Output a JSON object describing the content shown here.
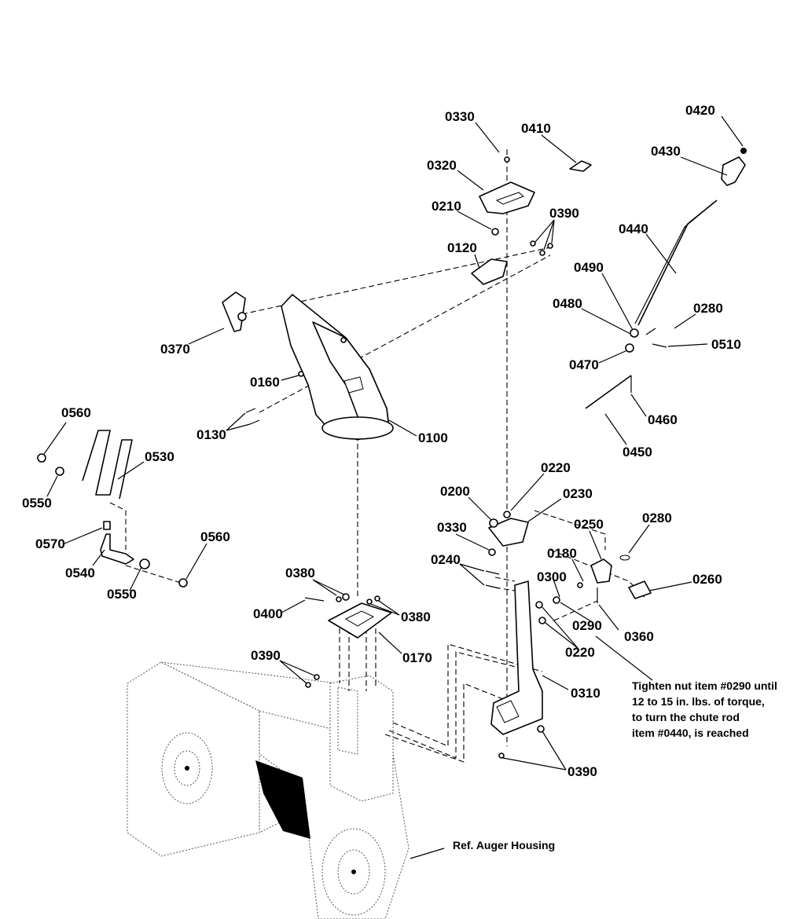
{
  "callouts": [
    {
      "id": "c0330a",
      "text": "0330"
    },
    {
      "id": "c0410",
      "text": "0410"
    },
    {
      "id": "c0420",
      "text": "0420"
    },
    {
      "id": "c0430",
      "text": "0430"
    },
    {
      "id": "c0320",
      "text": "0320"
    },
    {
      "id": "c0210",
      "text": "0210"
    },
    {
      "id": "c0390a",
      "text": "0390"
    },
    {
      "id": "c0120",
      "text": "0120"
    },
    {
      "id": "c0440",
      "text": "0440"
    },
    {
      "id": "c0490",
      "text": "0490"
    },
    {
      "id": "c0480",
      "text": "0480"
    },
    {
      "id": "c0280a",
      "text": "0280"
    },
    {
      "id": "c0510",
      "text": "0510"
    },
    {
      "id": "c0470",
      "text": "0470"
    },
    {
      "id": "c0370",
      "text": "0370"
    },
    {
      "id": "c0160",
      "text": "0160"
    },
    {
      "id": "c0460",
      "text": "0460"
    },
    {
      "id": "c0450",
      "text": "0450"
    },
    {
      "id": "c0560a",
      "text": "0560"
    },
    {
      "id": "c0530",
      "text": "0530"
    },
    {
      "id": "c0130",
      "text": "0130"
    },
    {
      "id": "c0100",
      "text": "0100"
    },
    {
      "id": "c0550a",
      "text": "0550"
    },
    {
      "id": "c0220a",
      "text": "0220"
    },
    {
      "id": "c0200",
      "text": "0200"
    },
    {
      "id": "c0230",
      "text": "0230"
    },
    {
      "id": "c0330b",
      "text": "0330"
    },
    {
      "id": "c0250",
      "text": "0250"
    },
    {
      "id": "c0280b",
      "text": "0280"
    },
    {
      "id": "c0560b",
      "text": "0560"
    },
    {
      "id": "c0570",
      "text": "0570"
    },
    {
      "id": "c0180",
      "text": "0180"
    },
    {
      "id": "c0240",
      "text": "0240"
    },
    {
      "id": "c0540",
      "text": "0540"
    },
    {
      "id": "c0300",
      "text": "0300"
    },
    {
      "id": "c0260",
      "text": "0260"
    },
    {
      "id": "c0550b",
      "text": "0550"
    },
    {
      "id": "c0380a",
      "text": "0380"
    },
    {
      "id": "c0400",
      "text": "0400"
    },
    {
      "id": "c0380b",
      "text": "0380"
    },
    {
      "id": "c0290",
      "text": "0290"
    },
    {
      "id": "c0360",
      "text": "0360"
    },
    {
      "id": "c0220b",
      "text": "0220"
    },
    {
      "id": "c0170",
      "text": "0170"
    },
    {
      "id": "c0390b",
      "text": "0390"
    },
    {
      "id": "c0310",
      "text": "0310"
    },
    {
      "id": "c0390c",
      "text": "0390"
    }
  ],
  "torque_note": [
    "Tighten nut item #0290 until",
    "12 to 15 in. lbs. of torque,",
    "to turn the chute rod",
    "item #0440, is reached"
  ],
  "reference_label": "Ref. Auger Housing"
}
